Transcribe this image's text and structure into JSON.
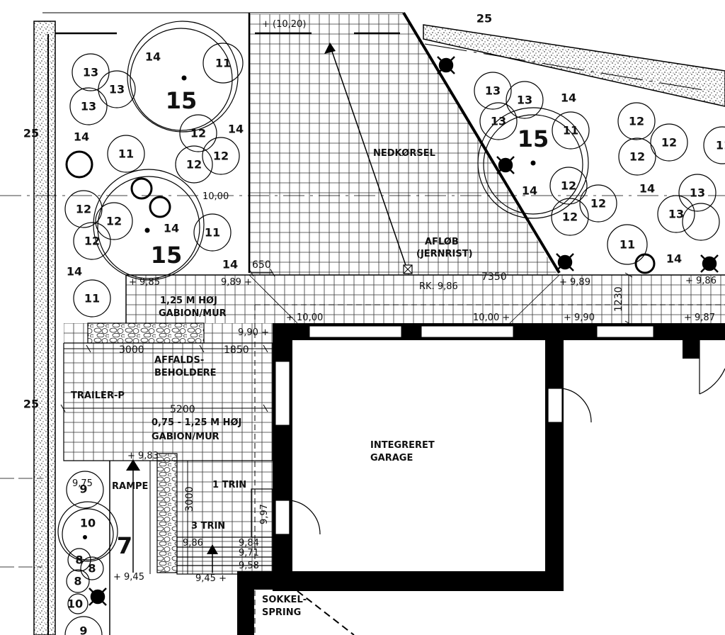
{
  "labels": {
    "driveway": "NEDKØRSEL",
    "drain_1": "AFLØB",
    "drain_2": "(JERNRIST)",
    "drain_level": "RK. 9,86",
    "gabion_top_1": "1,25 M HØJ",
    "gabion_top_2": "GABION/MUR",
    "waste_1": "AFFALDS-",
    "waste_2": "BEHOLDERE",
    "trailer": "TRAILER-P",
    "gabion_mid_1": "0,75 - 1,25 M HØJ",
    "gabion_mid_2": "GABION/MUR",
    "ramp": "RAMPE",
    "step_1": "1 TRIN",
    "step_3": "3 TRIN",
    "garage_1": "INTEGRERET",
    "garage_2": "GARAGE",
    "sokkel_1": "SOKKEL-",
    "sokkel_2": "SPRING"
  },
  "dimensions": {
    "d650": "650",
    "d7350": "7350",
    "d1230": "1230",
    "d3000_h": "3000",
    "d1850": "1850",
    "d5200": "5200",
    "d3000_v": "3000"
  },
  "elevations": {
    "e1020": "+ (10,20)",
    "e1000_axis": "10,00",
    "e985": "+ 9,85",
    "e989_l": "9,89 +",
    "e1000_a": "+ 10,00",
    "e1000_b": "10,00 +",
    "e989_r": "+ 9,89",
    "e990": "+ 9,90",
    "e986_r": "+ 9,86",
    "e987": "+ 9,87",
    "e990_l": "9,90 +",
    "e983": "+ 9,83",
    "e997": "9,97",
    "e986_s": "9,86",
    "e984": "9,84",
    "e971": "9,71",
    "e958": "9,58",
    "e945_a": "+ 9,45",
    "e945_b": "9,45 +",
    "e975": "9,75"
  },
  "road_labels": [
    "25",
    "25",
    "25"
  ],
  "plants": [
    "15",
    "15",
    "15",
    "14",
    "14",
    "14",
    "14",
    "14",
    "14",
    "14",
    "14",
    "14",
    "14",
    "13",
    "13",
    "13",
    "13",
    "13",
    "13",
    "13",
    "13",
    "12",
    "12",
    "12",
    "12",
    "12",
    "12",
    "12",
    "12",
    "12",
    "12",
    "12",
    "12",
    "11",
    "11",
    "11",
    "11",
    "11",
    "11",
    "11",
    "10",
    "10",
    "9",
    "9",
    "8",
    "8",
    "8",
    "7"
  ]
}
